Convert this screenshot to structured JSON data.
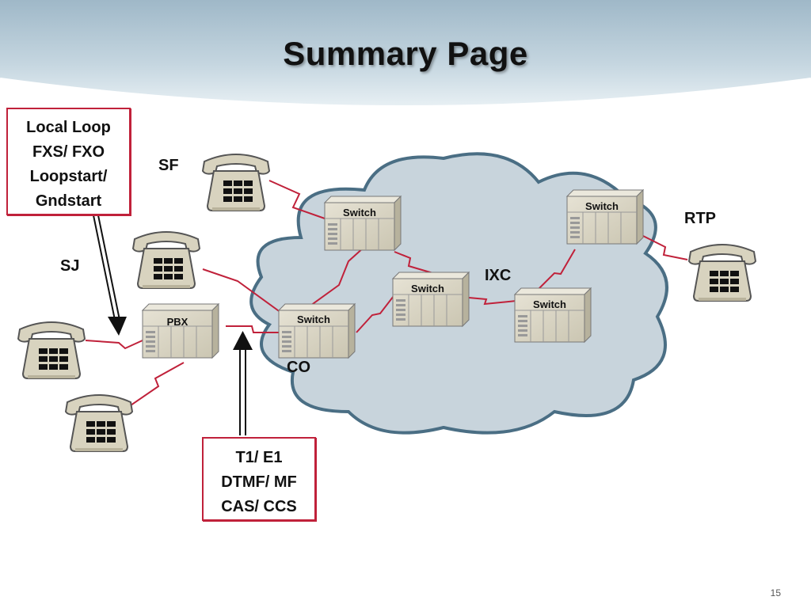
{
  "slide": {
    "title": "Summary Page",
    "slide_number": "15",
    "colors": {
      "link": "#c0213a",
      "cloud": "#c8d4dc",
      "cloud_edge": "#5a7f96",
      "device": "#dcd8c8"
    }
  },
  "callouts": {
    "local_loop": [
      "Local Loop",
      "FXS/ FXO",
      "Loopstart/",
      "Gndstart"
    ],
    "trunk": [
      "T1/ E1",
      "DTMF/ MF",
      "CAS/ CCS"
    ]
  },
  "labels": {
    "sf": "SF",
    "sj": "SJ",
    "rtp": "RTP",
    "ixc": "IXC",
    "co": "CO"
  },
  "devices": {
    "pbx": "PBX",
    "switch_co": "Switch",
    "switch_sf": "Switch",
    "switch_mid": "Switch",
    "switch_ixc": "Switch",
    "switch_rtp": "Switch"
  },
  "phones": [
    "telephone-icon",
    "telephone-icon",
    "telephone-icon",
    "telephone-icon",
    "telephone-icon"
  ]
}
